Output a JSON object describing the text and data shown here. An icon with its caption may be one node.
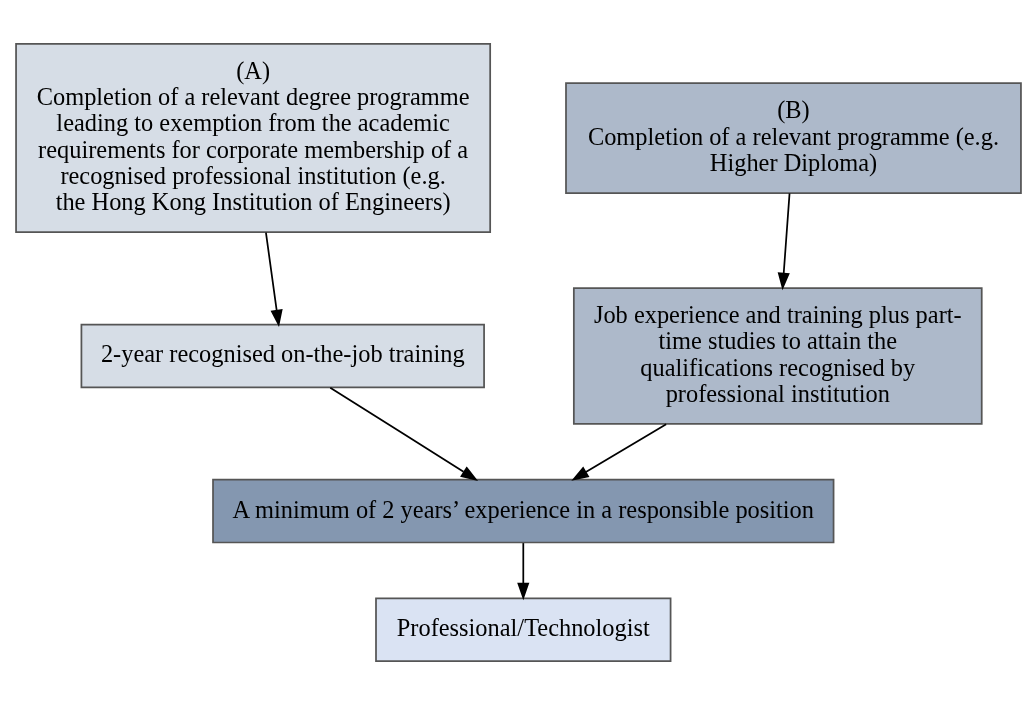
{
  "diagram": {
    "nodes": [
      {
        "text": [
          "(A)",
          "Completion of a relevant degree programme leading to exemption from the academic requirements for corporate membership of a recognised professional institution (e.g. the Hong Kong Institution of Engineers)"
        ]
      },
      {
        "text": [
          "2-year recognised on-the-job training"
        ]
      },
      {
        "text": [
          "(B)",
          "Completion of a relevant programme (e.g. Higher Diploma)"
        ]
      },
      {
        "text": [
          "Job experience and training plus part-time studies to attain the qualifications recognised by professional institution"
        ]
      },
      {
        "text": [
          "A minimum of 2 years’ experience in a responsible position"
        ]
      },
      {
        "text": [
          "Professional/Technologist"
        ]
      }
    ],
    "edges": [
      {
        "from": 0,
        "to": 1,
        "arrow": "to"
      },
      {
        "from": 2,
        "to": 3,
        "arrow": "to"
      },
      {
        "from": 1,
        "to": 4,
        "arrow": "to"
      },
      {
        "from": 3,
        "to": 4,
        "arrow": "to"
      },
      {
        "from": 4,
        "to": 5,
        "arrow": "to"
      }
    ]
  }
}
